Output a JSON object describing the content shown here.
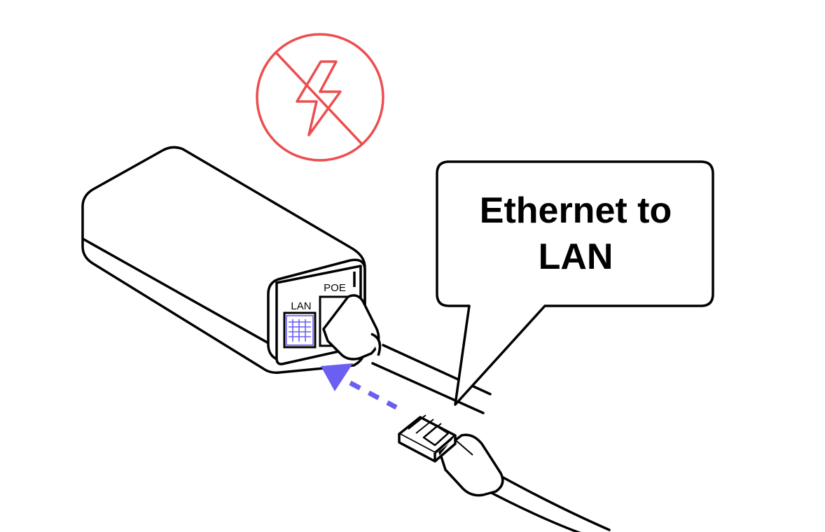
{
  "callout": {
    "text": "Ethernet to\nLAN"
  },
  "ports": {
    "lan_label": "LAN",
    "poe_label": "POE"
  },
  "icons": {
    "no_power": "no-power-icon",
    "arrow": "insert-arrow-icon"
  },
  "colors": {
    "warning": "#ec4d4f",
    "accent": "#6a5ff0",
    "line": "#000000"
  }
}
